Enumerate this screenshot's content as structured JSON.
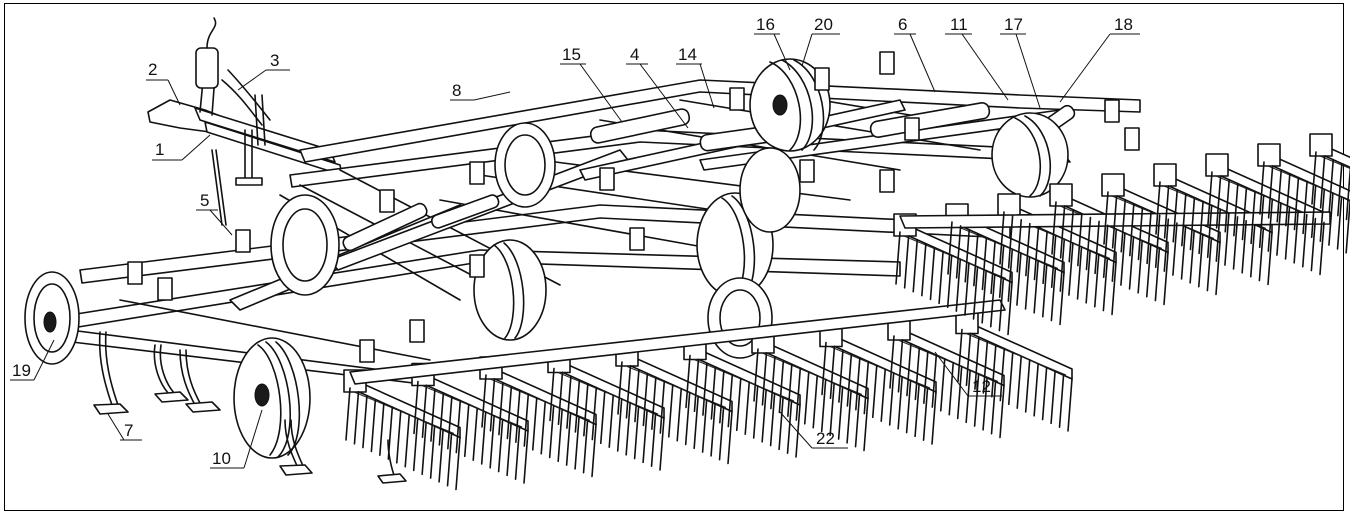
{
  "diagram": {
    "callouts": [
      {
        "id": "c1",
        "label": "1"
      },
      {
        "id": "c2",
        "label": "2"
      },
      {
        "id": "c3",
        "label": "3"
      },
      {
        "id": "c4",
        "label": "4"
      },
      {
        "id": "c5",
        "label": "5"
      },
      {
        "id": "c6",
        "label": "6"
      },
      {
        "id": "c7",
        "label": "7"
      },
      {
        "id": "c8",
        "label": "8"
      },
      {
        "id": "c10",
        "label": "10"
      },
      {
        "id": "c11",
        "label": "11"
      },
      {
        "id": "c12",
        "label": "12"
      },
      {
        "id": "c14",
        "label": "14"
      },
      {
        "id": "c15",
        "label": "15"
      },
      {
        "id": "c16",
        "label": "16"
      },
      {
        "id": "c17",
        "label": "17"
      },
      {
        "id": "c18",
        "label": "18"
      },
      {
        "id": "c19",
        "label": "19"
      },
      {
        "id": "c20",
        "label": "20"
      },
      {
        "id": "c22",
        "label": "22"
      }
    ]
  }
}
